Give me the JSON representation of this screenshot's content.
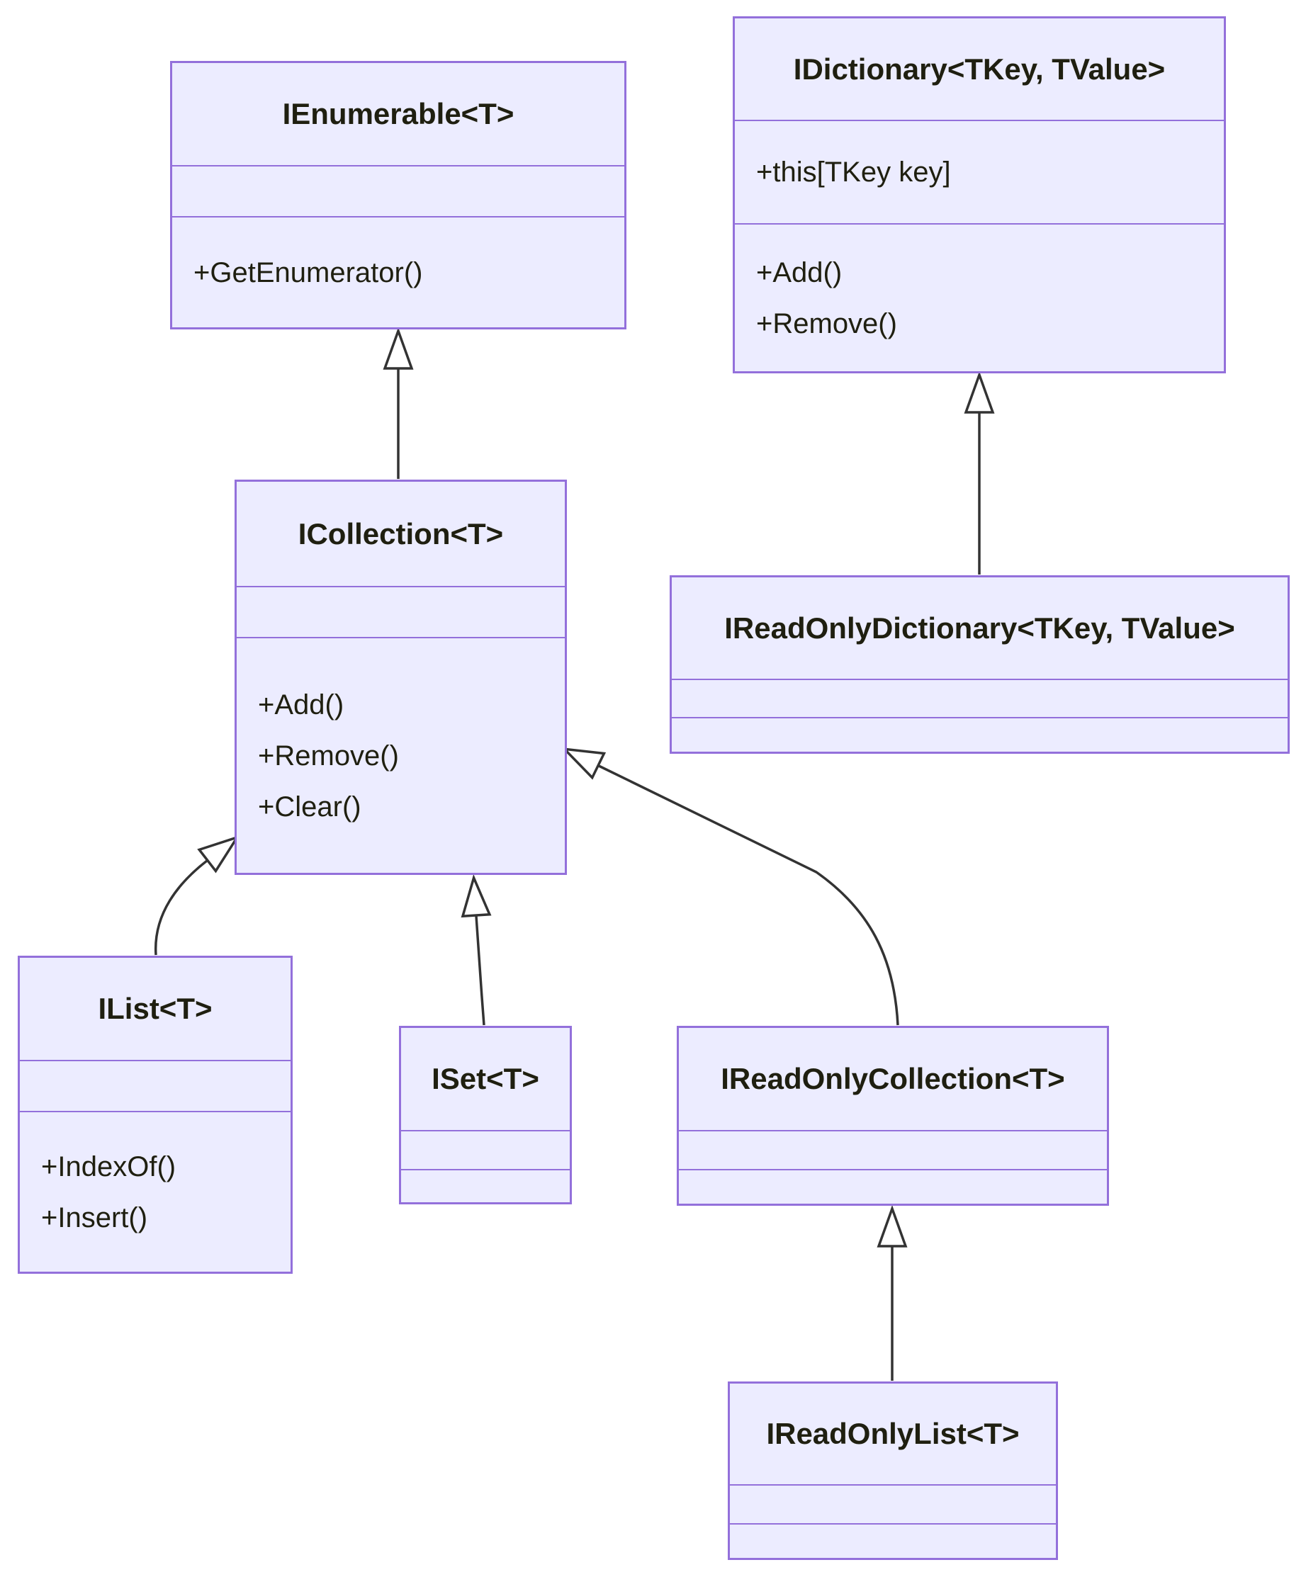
{
  "diagram": {
    "kind": "uml-class-diagram",
    "classes": {
      "ienumerable": {
        "title": "IEnumerable<T>",
        "attributes": [],
        "methods": [
          "+GetEnumerator()"
        ]
      },
      "idictionary": {
        "title": "IDictionary<TKey, TValue>",
        "attributes": [
          "+this[TKey key]"
        ],
        "methods": [
          "+Add()",
          "+Remove()"
        ]
      },
      "icollection": {
        "title": "ICollection<T>",
        "attributes": [],
        "methods": [
          "+Add()",
          "+Remove()",
          "+Clear()"
        ]
      },
      "ireadonlydictionary": {
        "title": "IReadOnlyDictionary<TKey, TValue>",
        "attributes": [],
        "methods": []
      },
      "ilist": {
        "title": "IList<T>",
        "attributes": [],
        "methods": [
          "+IndexOf()",
          "+Insert()"
        ]
      },
      "iset": {
        "title": "ISet<T>",
        "attributes": [],
        "methods": []
      },
      "ireadonlycollection": {
        "title": "IReadOnlyCollection<T>",
        "attributes": [],
        "methods": []
      },
      "ireadonlylist": {
        "title": "IReadOnlyList<T>",
        "attributes": [],
        "methods": []
      }
    },
    "relationships": [
      {
        "from": "ICollection<T>",
        "to": "IEnumerable<T>",
        "type": "inheritance"
      },
      {
        "from": "IReadOnlyDictionary<TKey, TValue>",
        "to": "IDictionary<TKey, TValue>",
        "type": "inheritance"
      },
      {
        "from": "IList<T>",
        "to": "ICollection<T>",
        "type": "inheritance"
      },
      {
        "from": "ISet<T>",
        "to": "ICollection<T>",
        "type": "inheritance"
      },
      {
        "from": "IReadOnlyCollection<T>",
        "to": "ICollection<T>",
        "type": "inheritance"
      },
      {
        "from": "IReadOnlyList<T>",
        "to": "IReadOnlyCollection<T>",
        "type": "inheritance"
      }
    ],
    "colors": {
      "box_fill": "#ECECFF",
      "box_border": "#9370DB",
      "edge": "#333333",
      "text": "#1F1F10",
      "background": "#FFFFFF"
    }
  }
}
